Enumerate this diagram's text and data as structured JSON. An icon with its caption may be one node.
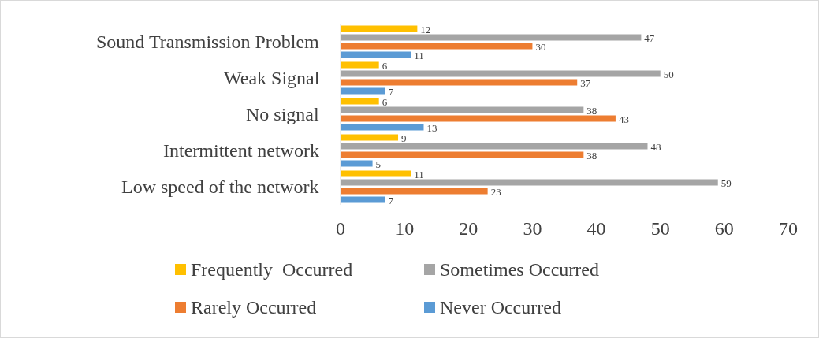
{
  "diagram": {
    "chart_data": {
      "type": "bar",
      "orientation": "horizontal",
      "categories": [
        "Sound Transmission Problem",
        "Weak Signal",
        "No signal",
        "Intermittent network",
        "Low speed of the network"
      ],
      "series": [
        {
          "name": "Frequently  Occurred",
          "color": "#ffc000",
          "values": [
            12,
            6,
            6,
            9,
            11
          ]
        },
        {
          "name": "Sometimes Occurred",
          "color": "#a5a5a5",
          "values": [
            47,
            50,
            38,
            48,
            59
          ]
        },
        {
          "name": "Rarely Occurred",
          "color": "#ed7d31",
          "values": [
            30,
            37,
            43,
            38,
            23
          ]
        },
        {
          "name": "Never Occurred",
          "color": "#5b9bd5",
          "values": [
            11,
            7,
            13,
            5,
            7
          ]
        }
      ],
      "legend": true,
      "xlim": [
        0,
        70
      ],
      "xticks": [
        0,
        10,
        20,
        30,
        40,
        50,
        60,
        70
      ],
      "data_labels": true
    }
  }
}
